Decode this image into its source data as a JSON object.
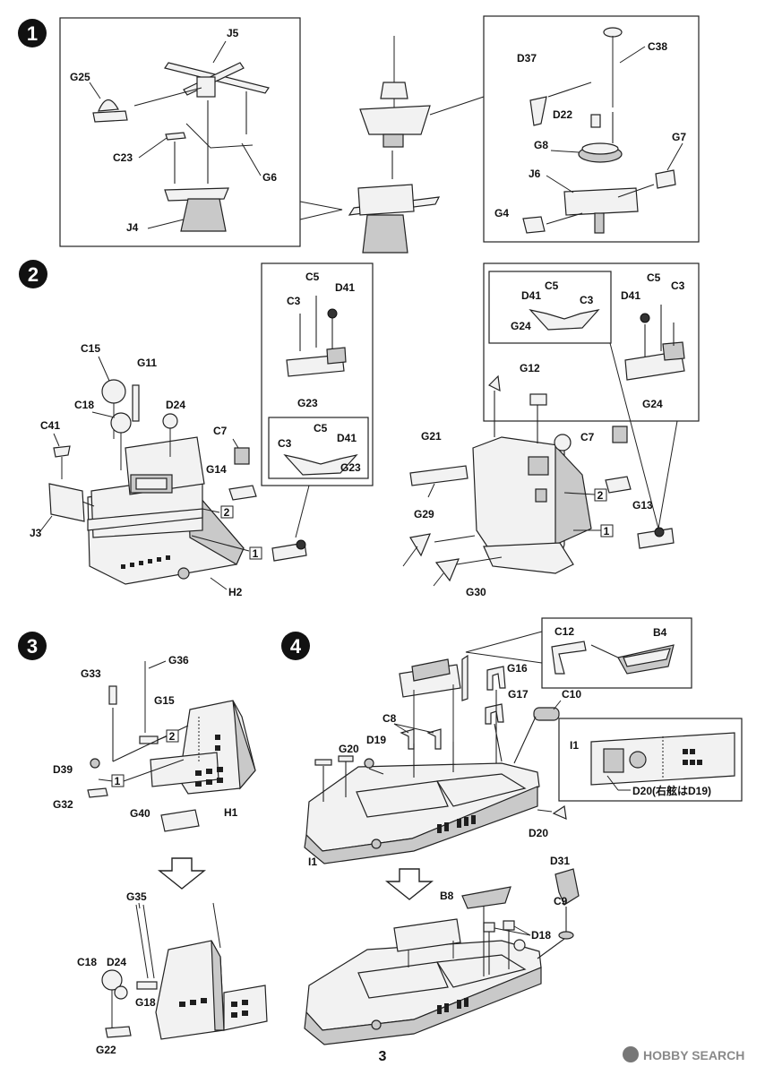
{
  "page_number": "3",
  "watermark": "HOBBY SEARCH",
  "steps": [
    {
      "number": "1"
    },
    {
      "number": "2"
    },
    {
      "number": "3"
    },
    {
      "number": "4"
    }
  ],
  "step1": {
    "left_labels": [
      "J5",
      "G25",
      "C23",
      "G6",
      "J4"
    ],
    "right_labels": [
      "D37",
      "C38",
      "D22",
      "G8",
      "G7",
      "J6",
      "G4"
    ]
  },
  "step2": {
    "left_labels": [
      "C15",
      "G11",
      "C18",
      "D24",
      "C41",
      "C7",
      "G14",
      "J3",
      "H2"
    ],
    "sub_left_labels": [
      "C5",
      "C3",
      "D41",
      "G23"
    ],
    "sub_left_inset_labels": [
      "C3",
      "C5",
      "D41",
      "G23"
    ],
    "right_labels": [
      "G12",
      "G21",
      "C7",
      "G13",
      "G29",
      "G30"
    ],
    "sub_right_inset_labels": [
      "C5",
      "D41",
      "C3",
      "G24"
    ],
    "sub_right_labels": [
      "C5",
      "D41",
      "C3",
      "G24"
    ],
    "callouts": [
      "1",
      "2"
    ]
  },
  "step3": {
    "labels": [
      "G33",
      "G36",
      "G15",
      "D39",
      "G32",
      "H1",
      "G40"
    ],
    "result_labels": [
      "G35",
      "C18",
      "D24",
      "G18",
      "G22"
    ],
    "callouts": [
      "1",
      "2"
    ]
  },
  "step4": {
    "labels": [
      "G16",
      "G17",
      "C10",
      "C8",
      "D19",
      "G20",
      "I1",
      "D20"
    ],
    "boat_labels": [
      "C12",
      "B4"
    ],
    "detail_labels": [
      "I1",
      "D20(右舷はD19)"
    ],
    "result_labels": [
      "D31",
      "B8",
      "C9",
      "D18"
    ]
  }
}
